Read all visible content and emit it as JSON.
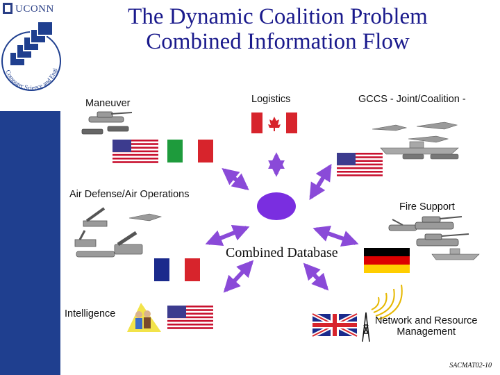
{
  "header": {
    "uconn_logo_text": "UCONN",
    "department_seal_text": "Computer Science and Engineering",
    "title_line1": "The Dynamic Coalition Problem",
    "title_line2": "Combined Information Flow"
  },
  "nodes": {
    "maneuver": "Maneuver",
    "logistics": "Logistics",
    "gccs": "GCCS - Joint/Coalition -",
    "air_defense": "Air Defense/Air Operations",
    "fire_support": "Fire Support",
    "intelligence": "Intelligence",
    "network_line1": "Network and Resource",
    "network_line2": "Management"
  },
  "center": {
    "label": "Combined Database",
    "color": "#7a2ee0"
  },
  "arrow_color": "#8a4ad8",
  "footer": {
    "slide_id": "SACMAT02-10"
  },
  "icons": [
    "us-flag-icon",
    "italy-flag-icon",
    "canada-flag-icon",
    "france-flag-icon",
    "germany-flag-icon",
    "uk-flag-icon",
    "tank-icon",
    "jet-icon",
    "ship-icon",
    "missile-launcher-icon",
    "radio-tower-icon",
    "spy-icon"
  ]
}
